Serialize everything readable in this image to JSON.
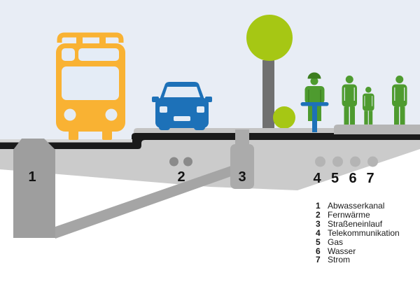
{
  "scene": {
    "description": "street-cross-section-utilities-diagram",
    "colors": {
      "sky": "#e8edf5",
      "tram": "#f9b233",
      "vehicle": "#1d71b8",
      "person": "#4e9b2f",
      "helmet": "#3c7d1f",
      "foliage": "#a6c714",
      "asphalt": "#1a1a1a",
      "ground": "#cbcbcb",
      "sidewalk": "#b5b5b5"
    },
    "icons": [
      "tram-icon",
      "car-icon",
      "tree-icon",
      "bush-icon",
      "cyclist-icon",
      "pedestrian-icon",
      "sewer-shaft-icon",
      "district-heating-dots-icon",
      "street-drain-icon",
      "utility-dots-icon"
    ]
  },
  "legend": {
    "items": [
      {
        "num": "1",
        "label": "Abwasserkanal"
      },
      {
        "num": "2",
        "label": "Fernwärme"
      },
      {
        "num": "3",
        "label": "Straßeneinlauf"
      },
      {
        "num": "4",
        "label": "Telekommunikation"
      },
      {
        "num": "5",
        "label": "Gas"
      },
      {
        "num": "6",
        "label": "Wasser"
      },
      {
        "num": "7",
        "label": "Strom"
      }
    ]
  }
}
